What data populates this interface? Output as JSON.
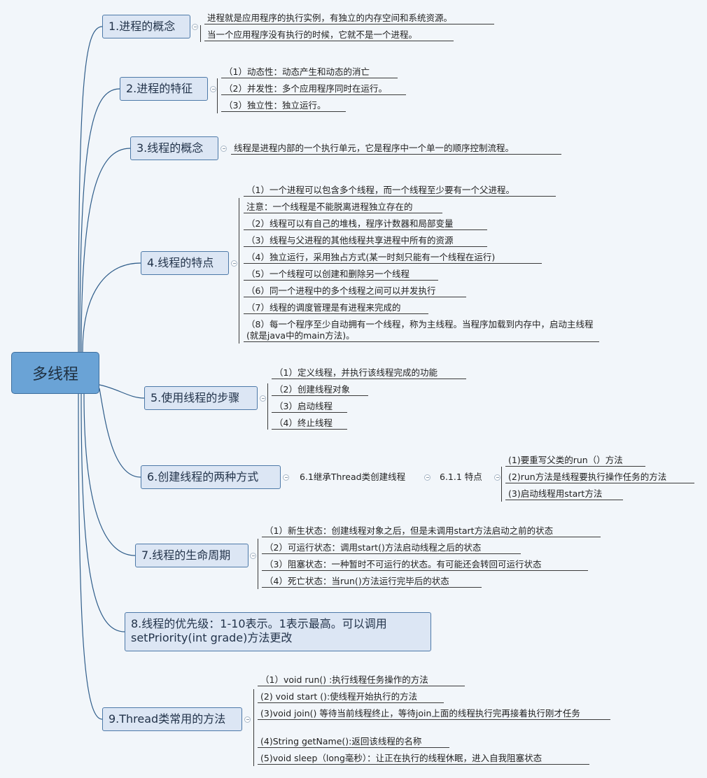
{
  "root": "多线程",
  "topics": [
    {
      "title": "1.进程的概念",
      "items": [
        "进程就是应用程序的执行实例，有独立的内存空间和系统资源。",
        "当一个应用程序没有执行的时候，它就不是一个进程。"
      ]
    },
    {
      "title": "2.进程的特征",
      "items": [
        "（1）动态性：动态产生和动态的消亡",
        "（2）并发性：多个应用程序同时在运行。",
        "（3）独立性：独立运行。"
      ]
    },
    {
      "title": "3.线程的概念",
      "items": [
        "线程是进程内部的一个执行单元，它是程序中一个单一的顺序控制流程。"
      ]
    },
    {
      "title": "4.线程的特点",
      "items": [
        "（1）一个进程可以包含多个线程，而一个线程至少要有一个父进程。",
        "注意：一个线程是不能脱离进程独立存在的",
        "（2）线程可以有自己的堆栈，程序计数器和局部变量",
        "（3）线程与父进程的其他线程共享进程中所有的资源",
        "（4）独立运行，采用独占方式(某一时刻只能有一个线程在运行)",
        "（5）一个线程可以创建和删除另一个线程",
        "（6）同一个进程中的多个线程之间可以并发执行",
        "（7）线程的调度管理是有进程来完成的",
        "（8）每一个程序至少自动拥有一个线程，称为主线程。当程序加载到内存中，启动主线程 (就是java中的main方法)。"
      ]
    },
    {
      "title": "5.使用线程的步骤",
      "items": [
        "（1）定义线程，并执行该线程完成的功能",
        "（2）创建线程对象",
        "（3）启动线程",
        "（4）终止线程"
      ]
    },
    {
      "title": "6.创建线程的两种方式",
      "sub": "6.1继承Thread类创建线程",
      "subsub": "6.1.1 特点",
      "items": [
        "(1)要重写父类的run（）方法",
        "(2)run方法是线程要执行操作任务的方法",
        "(3)启动线程用start方法"
      ]
    },
    {
      "title": "7.线程的生命周期",
      "items": [
        "（1）新生状态：创建线程对象之后，但是未调用start方法启动之前的状态",
        "（2）可运行状态：调用start()方法启动线程之后的状态",
        "（3）阻塞状态：一种暂时不可运行的状态。有可能还会转回可运行状态",
        "（4）死亡状态：当run()方法运行完毕后的状态"
      ]
    },
    {
      "title": "8.线程的优先级：1-10表示。1表示最高。可以调用setPriority(int  grade)方法更改"
    },
    {
      "title": "9.Thread类常用的方法",
      "items": [
        "（1）void run() :执行线程任务操作的方法",
        "(2) void start ():使线程开始执行的方法",
        "(3)void join() 等待当前线程终止，等待join上面的线程执行完再接着执行刚才任务",
        "(4)String getName():返回该线程的名称",
        "(5)void sleep（long毫秒）：让正在执行的线程休眠，进入自我阻塞状态"
      ]
    }
  ]
}
